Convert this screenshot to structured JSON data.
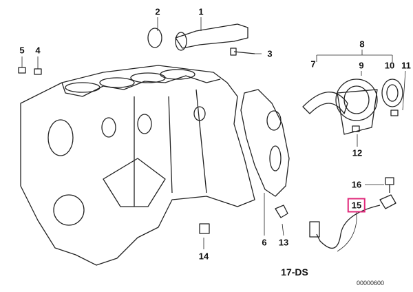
{
  "diagram": {
    "callouts": [
      "1",
      "2",
      "3",
      "4",
      "5",
      "6",
      "7",
      "8",
      "9",
      "10",
      "11",
      "12",
      "13",
      "14",
      "15",
      "16"
    ],
    "highlighted_callout": "15",
    "highlight_color": "#e0287a",
    "group_code": "17-DS",
    "drawing_number": "00000600"
  }
}
